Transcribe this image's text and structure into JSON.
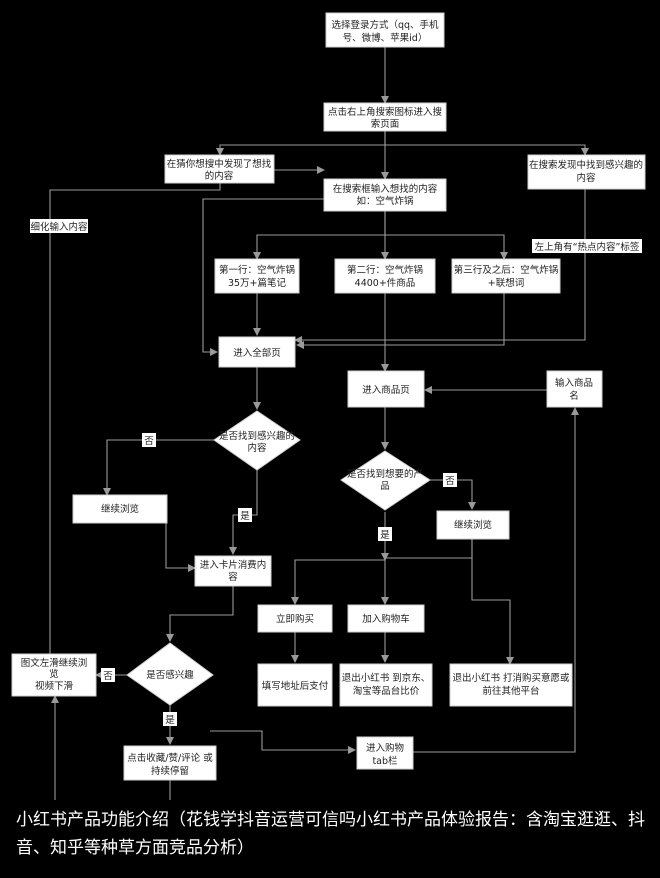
{
  "nodes": {
    "login": [
      "选择登录方式（qq、手机",
      "号、微博、苹果id）"
    ],
    "search_icon": [
      "点击右上角搜索图标进入搜",
      "索页面"
    ],
    "guess": [
      "在猜你想搜中发现了想找",
      "的内容"
    ],
    "search_box": [
      "在搜索框输入想找的内容",
      "如：空气炸锅"
    ],
    "hot_find": [
      "在搜索发现中找到感兴趣的",
      "内容"
    ],
    "row1": [
      "第一行：空气炸锅",
      "35万+篇笔记"
    ],
    "row2": [
      "第二行：空气炸锅",
      "4400+件商品"
    ],
    "row3": [
      "第三行及之后：空气炸锅",
      "+联想词"
    ],
    "enter_all": [
      "进入全部页"
    ],
    "enter_goods": [
      "进入商品页"
    ],
    "input_goods_name": [
      "输入商品",
      "名"
    ],
    "found_interest": [
      "是否找到感兴趣的",
      "内容"
    ],
    "found_product": [
      "是否找到想要的产",
      "品"
    ],
    "continue_browse_left": [
      "继续浏览"
    ],
    "continue_browse_right": [
      "继续浏览"
    ],
    "card_content": [
      "进入卡片消费内",
      "容"
    ],
    "buy_now": [
      "立即购买"
    ],
    "add_cart": [
      "加入购物车"
    ],
    "is_interested": [
      "是否感兴趣"
    ],
    "swipe": [
      "图文左滑继续浏",
      "览",
      "视频下滑"
    ],
    "fill_address": [
      "填写地址后支付"
    ],
    "compare_price": [
      "退出小红书 到京东、",
      "淘宝等品台比价"
    ],
    "leave_other": [
      "退出小红书 打消购买意愿或",
      "前往其他平台"
    ],
    "collect": [
      "点击收藏/赞/评论 或",
      "持续停留"
    ],
    "cart_tab": [
      "进入购物",
      "tab栏"
    ]
  },
  "labels": {
    "refine": "细化输入内容",
    "hot_tag": "左上角有“热点内容”标签",
    "no1": "否",
    "yes1": "是",
    "no2": "否",
    "yes2": "是",
    "no3": "否",
    "yes3": "是"
  },
  "caption": "小红书产品功能介绍（花钱学抖音运营可信吗小红书产品体验报告：含淘宝逛逛、抖音、知乎等种草方面竞品分析）"
}
